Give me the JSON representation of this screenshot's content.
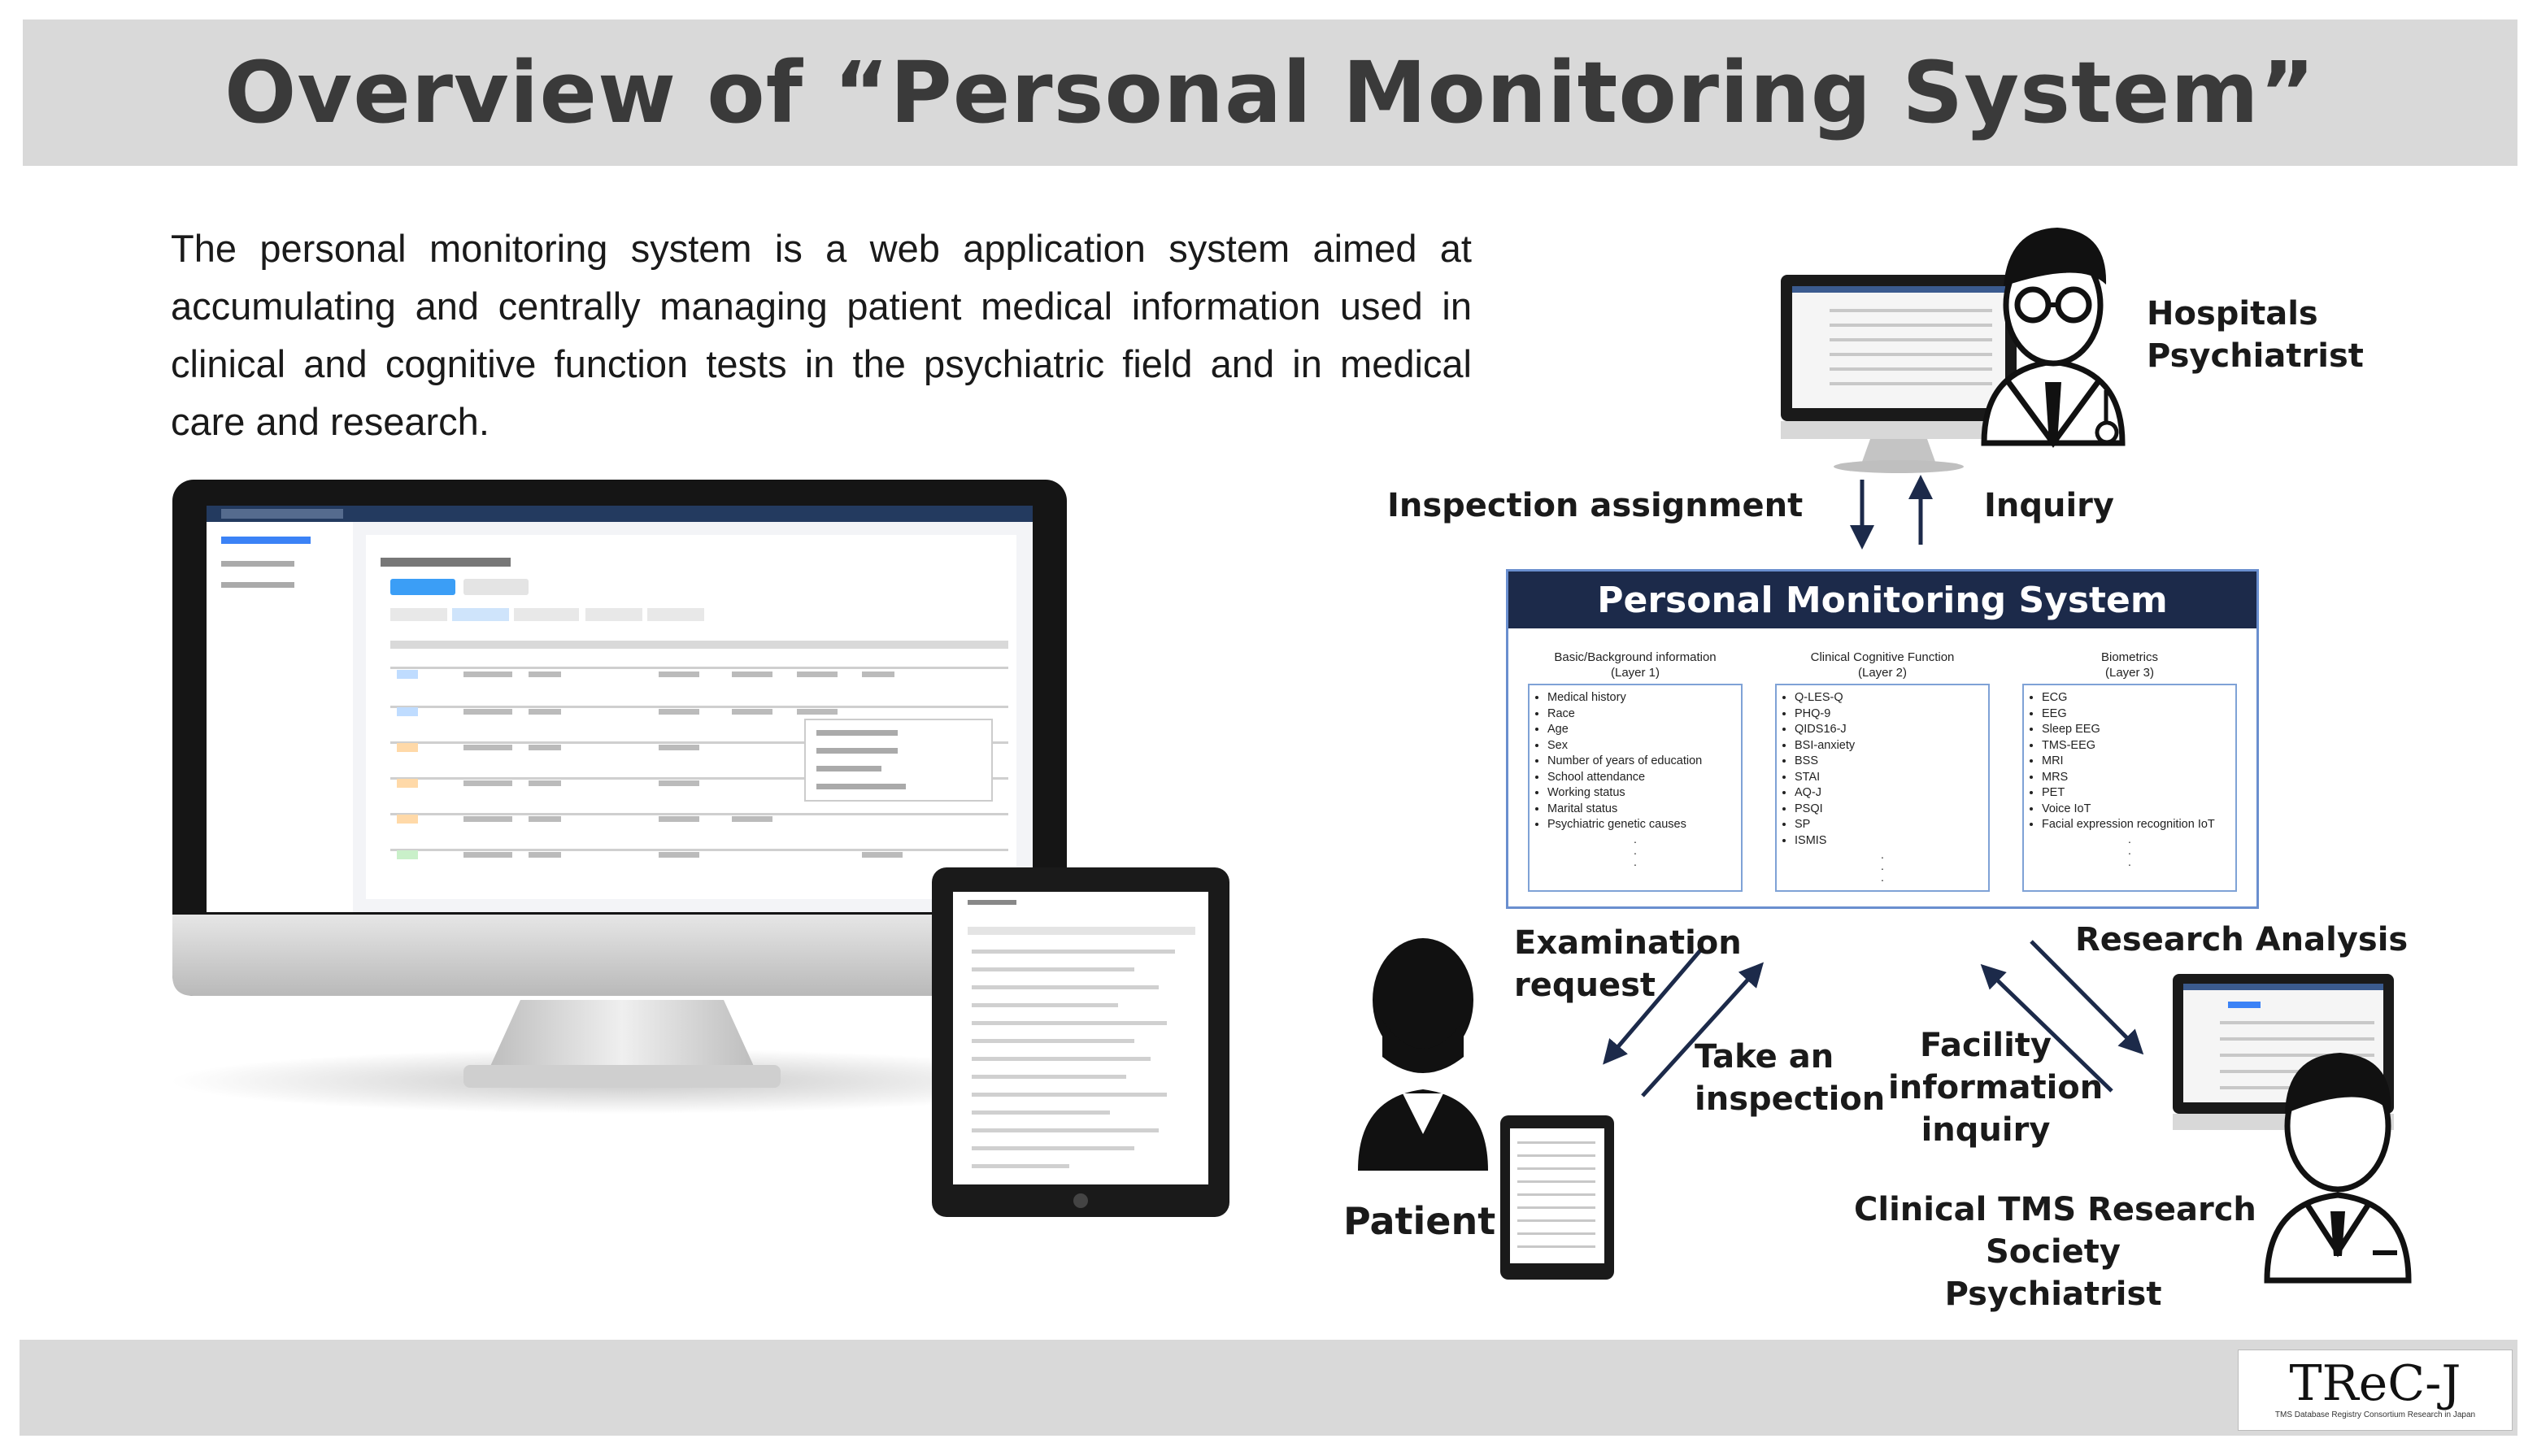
{
  "title": "Overview of “Personal Monitoring System”",
  "intro": "The personal monitoring system is a web application system aimed at accumulating and centrally managing patient medical information used in clinical and cognitive function tests in the psychiatric field and in medical care and research.",
  "labels": {
    "hospitals_line1": "Hospitals",
    "hospitals_line2": "Psychiatrist",
    "inspection_assignment": "Inspection assignment",
    "inquiry": "Inquiry",
    "examination_line1": "Examination",
    "examination_line2": "request",
    "take_line1": "Take an",
    "take_line2": "inspection",
    "facility_line1": "Facility",
    "facility_line2": "information",
    "facility_line3": "inquiry",
    "research_analysis": "Research Analysis",
    "patient": "Patient",
    "clinical_line1": "Clinical TMS Research",
    "clinical_line2": "Society",
    "clinical_line3": "Psychiatrist"
  },
  "system": {
    "name": "Personal Monitoring System",
    "columns": [
      {
        "title": "Basic/Background information",
        "layer": "(Layer 1)",
        "items": [
          "Medical history",
          "Race",
          "Age",
          "Sex",
          "Number of years of education",
          "School attendance",
          "Working status",
          "Marital status",
          "Psychiatric genetic causes"
        ]
      },
      {
        "title": "Clinical Cognitive Function",
        "layer": "(Layer 2)",
        "items": [
          "Q-LES-Q",
          "PHQ-9",
          "QIDS16-J",
          "BSI-anxiety",
          "BSS",
          "STAI",
          "AQ-J",
          "PSQI",
          "SP",
          "ISMIS"
        ]
      },
      {
        "title": "Biometrics",
        "layer": "(Layer 3)",
        "items": [
          "ECG",
          "EEG",
          "Sleep EEG",
          "TMS-EEG",
          "MRI",
          "MRS",
          "PET",
          "Voice IoT",
          "Facial expression recognition IoT"
        ]
      }
    ]
  },
  "logo": {
    "name": "TReC-J",
    "tagline": "TMS Database Registry Consortium Research in Japan"
  },
  "colors": {
    "header_band": "#d9d9d9",
    "system_header": "#1c2a4a",
    "system_border": "#6a8fcf",
    "arrow": "#1c2a4a"
  }
}
